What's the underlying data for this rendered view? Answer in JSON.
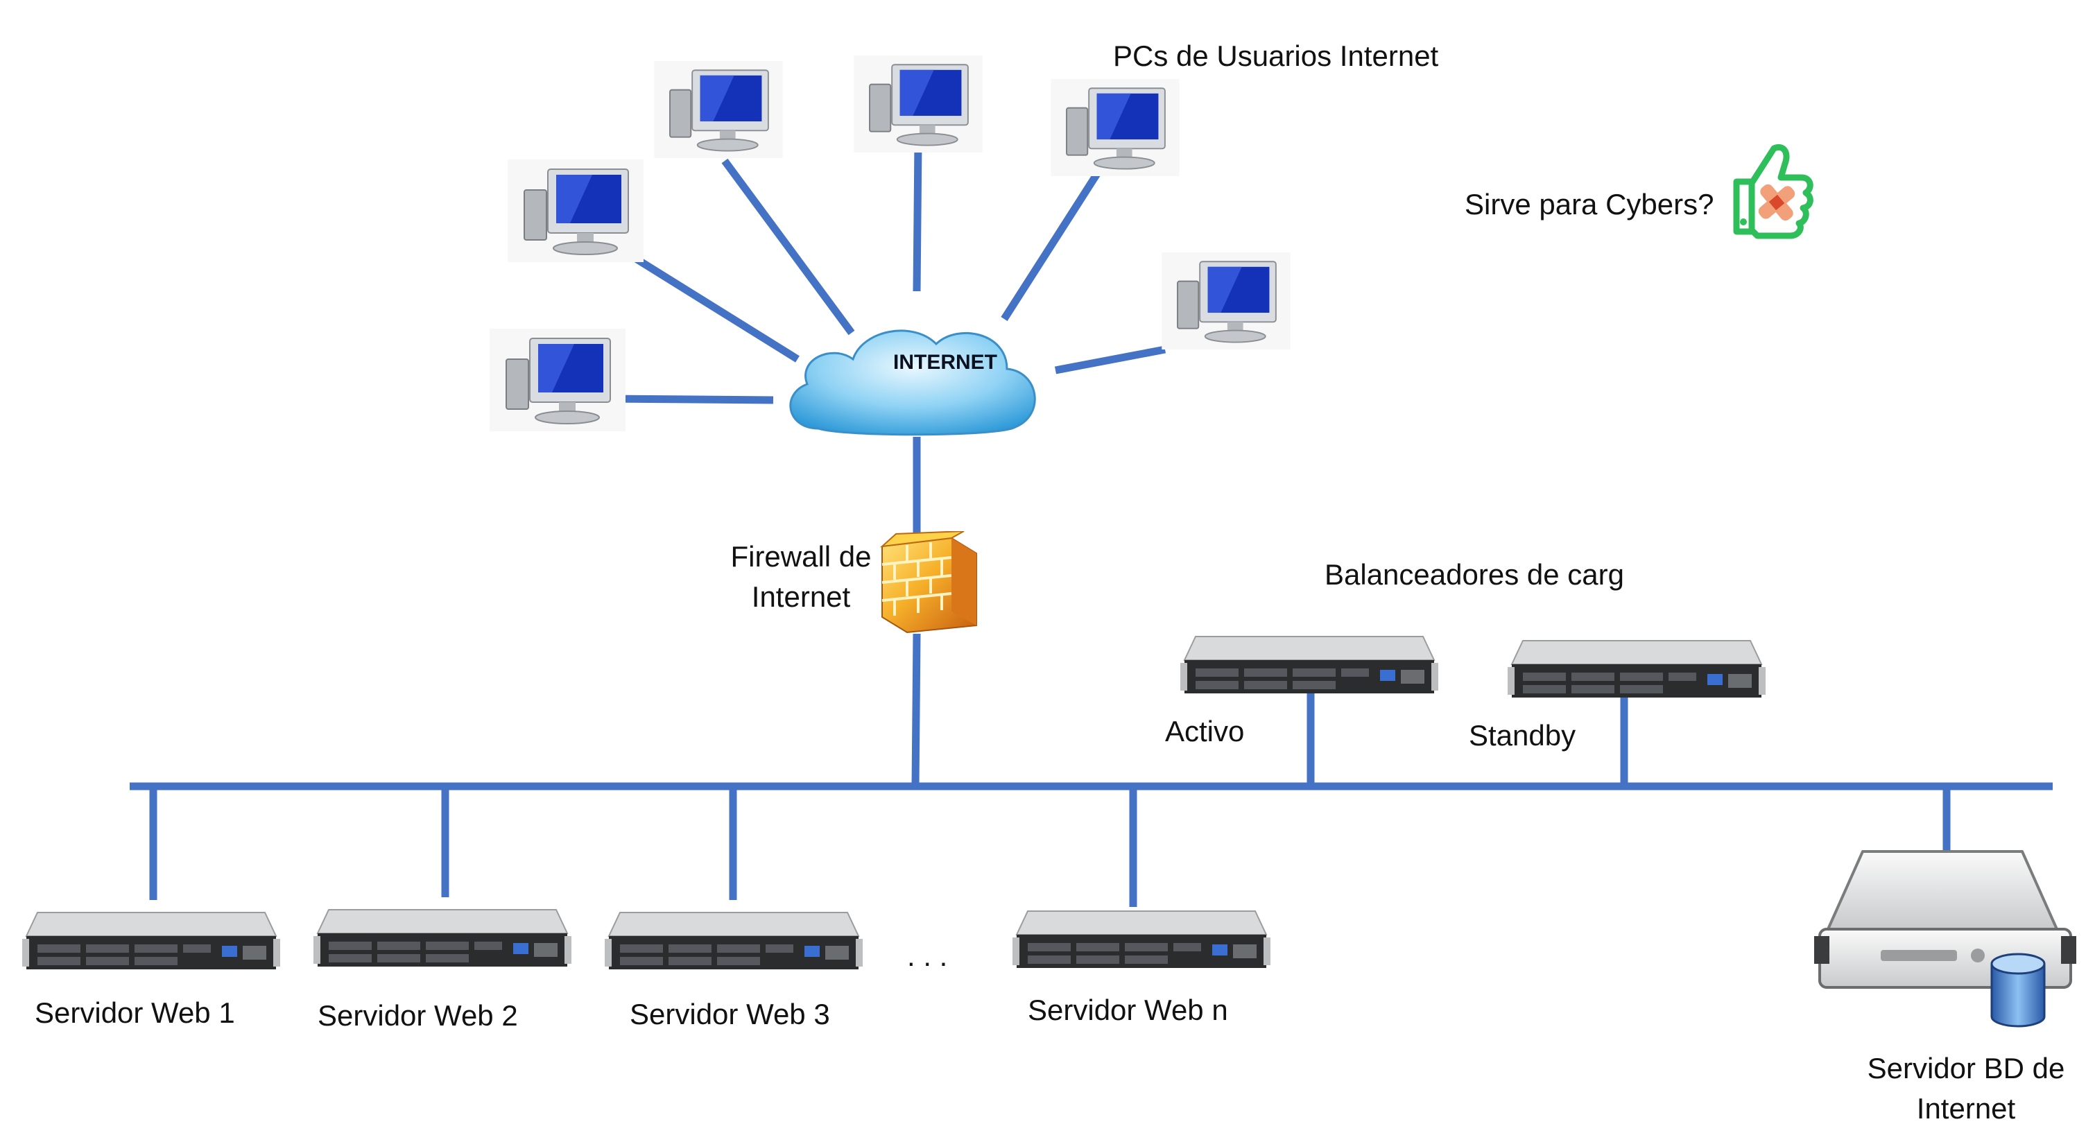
{
  "diagram": {
    "pcs_title": "PCs de Usuarios Internet",
    "cybers_question": "Sirve para Cybers?",
    "cloud_label": "INTERNET",
    "firewall_label_line1": "Firewall de",
    "firewall_label_line2": "Internet",
    "load_balancers_title": "Balanceadores de carg",
    "lb_active_label": "Activo",
    "lb_standby_label": "Standby",
    "web_servers": [
      "Servidor Web 1",
      "Servidor Web 2",
      "Servidor Web 3",
      "Servidor Web n"
    ],
    "ellipsis": ". . .",
    "db_label_line1": "Servidor BD de",
    "db_label_line2": "Internet"
  },
  "colors": {
    "wire": "#4472c4",
    "screen": "#1432b8",
    "firewall": "#f0a020",
    "thumb": "#2fbf5a",
    "cloud": "#6fc0ec"
  },
  "icons": [
    "desktop-pc-icon",
    "internet-cloud-icon",
    "firewall-icon",
    "rack-server-icon",
    "database-server-icon",
    "thumbs-up-icon"
  ]
}
